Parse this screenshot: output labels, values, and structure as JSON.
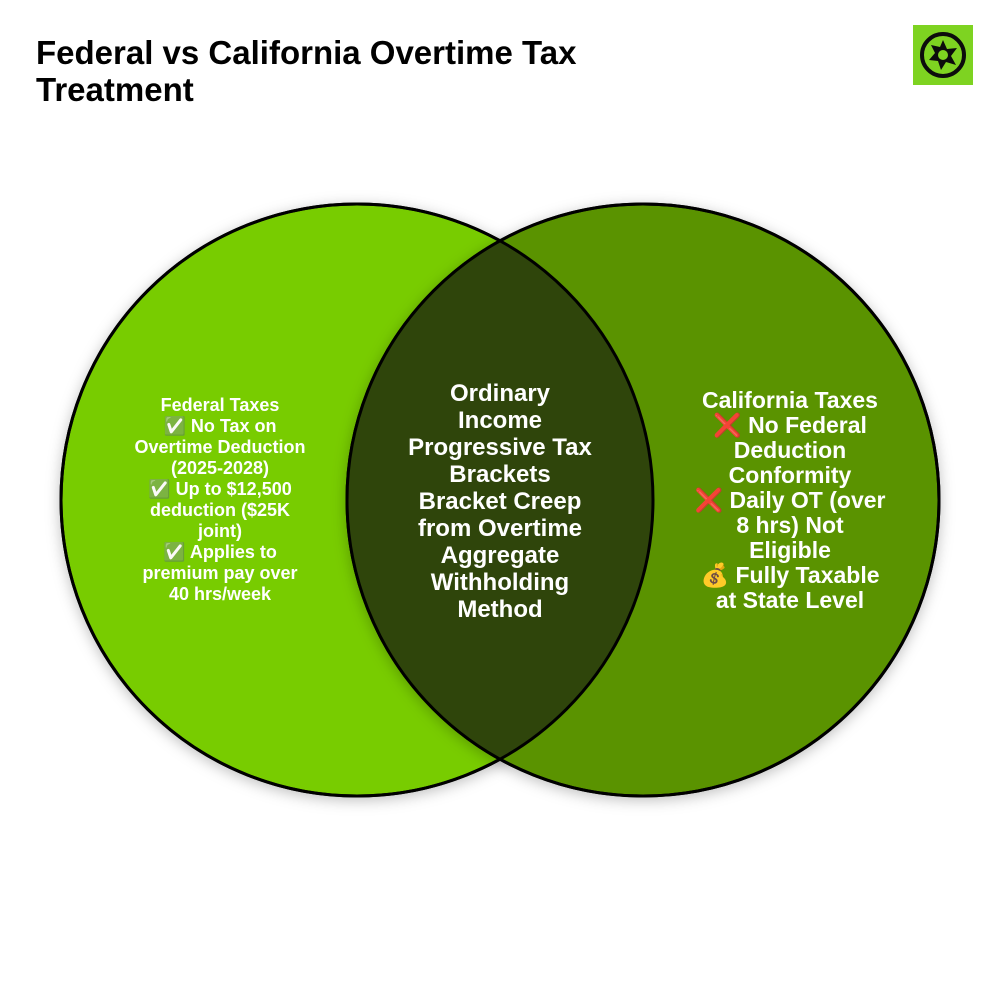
{
  "title": "Federal vs California Overtime Tax Treatment",
  "logo": {
    "icon": "badge-gear-icon",
    "color": "#7ED321"
  },
  "colors": {
    "left_circle": "#78CC00",
    "right_circle": "#5A9300",
    "overlap": "#2F450B",
    "text": "#FFFFFF"
  },
  "left_set": {
    "lines": [
      "Federal Taxes",
      "✅ No Tax on",
      "Overtime Deduction",
      "(2025-2028)",
      "✅ Up to $12,500",
      "deduction ($25K",
      "joint)",
      "✅ Applies to",
      "premium pay over",
      "40 hrs/week"
    ]
  },
  "intersection": {
    "lines": [
      "Ordinary",
      "Income",
      "Progressive Tax",
      "Brackets",
      "Bracket Creep",
      "from Overtime",
      "Aggregate",
      "Withholding",
      "Method"
    ]
  },
  "right_set": {
    "lines": [
      "California Taxes",
      "❌ No Federal",
      "Deduction",
      "Conformity",
      "❌ Daily OT (over",
      "8 hrs) Not",
      "Eligible",
      "💰 Fully Taxable",
      "at State Level"
    ]
  }
}
